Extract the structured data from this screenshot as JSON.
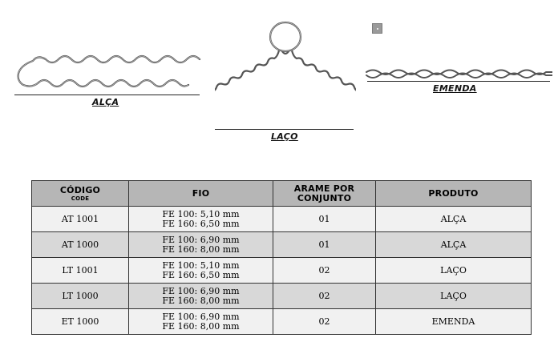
{
  "figures": {
    "alca": {
      "caption": "ALÇA"
    },
    "laco": {
      "caption": "LAÇO"
    },
    "emenda": {
      "caption": "EMENDA"
    }
  },
  "table": {
    "headers": {
      "codigo": "CÓDIGO",
      "codigo_sub": "CODE",
      "fio": "FIO",
      "arame": "ARAME POR CONJUNTO",
      "produto": "PRODUTO"
    },
    "rows": [
      {
        "codigo": "AT 1001",
        "fio_1": "FE 100: 5,10 mm",
        "fio_2": "FE 160: 6,50 mm",
        "arame": "01",
        "produto": "ALÇA"
      },
      {
        "codigo": "AT 1000",
        "fio_1": "FE 100: 6,90 mm",
        "fio_2": "FE 160: 8,00 mm",
        "arame": "01",
        "produto": "ALÇA"
      },
      {
        "codigo": "LT 1001",
        "fio_1": "FE 100: 5,10 mm",
        "fio_2": "FE 160: 6,50 mm",
        "arame": "02",
        "produto": "LAÇO"
      },
      {
        "codigo": "LT 1000",
        "fio_1": "FE 100: 6,90 mm",
        "fio_2": "FE 160: 8,00 mm",
        "arame": "02",
        "produto": "LAÇO"
      },
      {
        "codigo": "ET 1000",
        "fio_1": "FE 100: 6,90 mm",
        "fio_2": "FE 160: 8,00 mm",
        "arame": "02",
        "produto": "EMENDA"
      }
    ]
  }
}
